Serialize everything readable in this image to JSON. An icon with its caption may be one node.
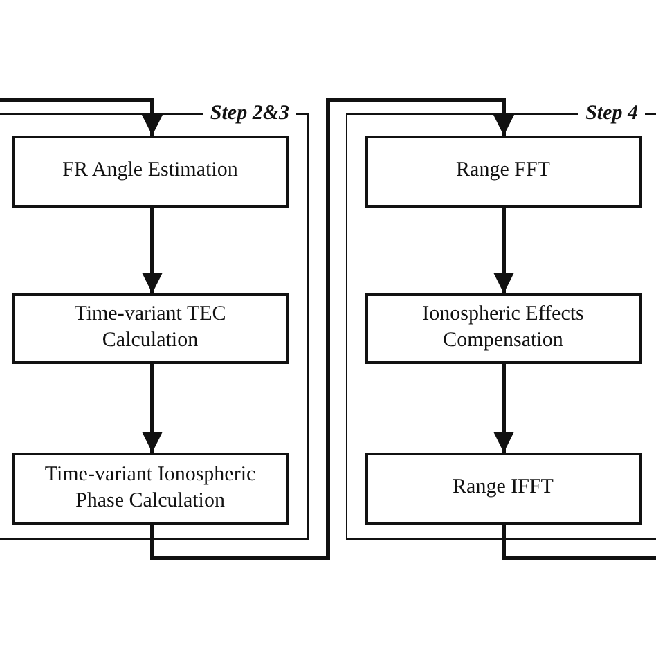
{
  "diagram": {
    "nodes": [
      {
        "text": [
          "Step 2&3"
        ]
      },
      {
        "text": [
          "FR Angle Estimation"
        ],
        "in": 0
      },
      {
        "text": [
          "Time-variant TEC Calculation"
        ],
        "in": 0
      },
      {
        "text": [
          "Time-variant Ionospheric Phase Calculation"
        ],
        "in": 0
      },
      {
        "text": [
          "Step 4"
        ]
      },
      {
        "text": [
          "Range FFT"
        ],
        "in": 4
      },
      {
        "text": [
          "Ionospheric Effects Compensation"
        ],
        "in": 4
      },
      {
        "text": [
          "Range IFFT"
        ],
        "in": 4
      }
    ],
    "edges": [
      {
        "from": null,
        "to": 1,
        "arrow": "to"
      },
      {
        "from": 1,
        "to": 2,
        "arrow": "to"
      },
      {
        "from": 2,
        "to": 3,
        "arrow": "to"
      },
      {
        "from": 3,
        "to": 5,
        "arrow": "to"
      },
      {
        "from": 5,
        "to": 6,
        "arrow": "to"
      },
      {
        "from": 6,
        "to": 7,
        "arrow": "to"
      },
      {
        "from": 7,
        "to": null,
        "arrow": "none"
      }
    ]
  }
}
